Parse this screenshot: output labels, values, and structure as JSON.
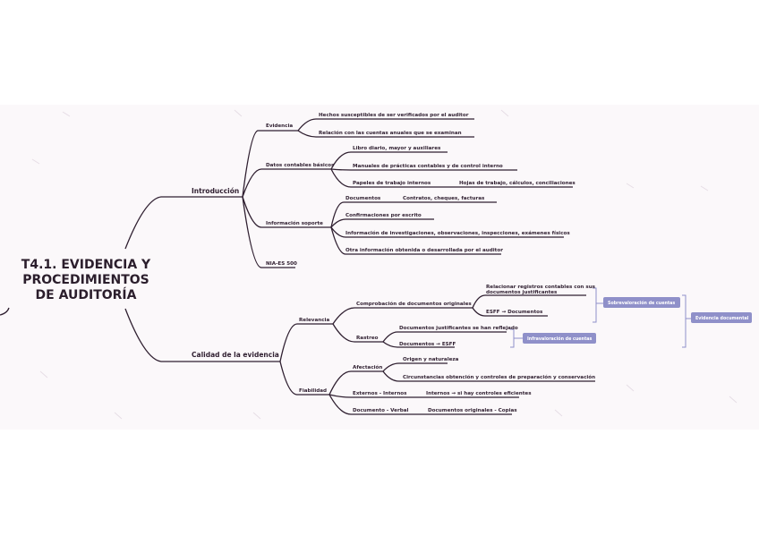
{
  "colors": {
    "ink": "#2f1f30",
    "tag_fill": "#8f90c9",
    "canvas": "#fbf8fa"
  },
  "diagram": {
    "root": {
      "line1": "T4.1. EVIDENCIA Y",
      "line2": "PROCEDIMIENTOS",
      "line3": "DE AUDITORÍA"
    },
    "introduccion": {
      "label": "Introducción",
      "evidencia": {
        "label": "Evidencia",
        "items": [
          "Hechos susceptibles de ser verificados por el auditor",
          "Relación con las cuentas anuales que se examinan"
        ]
      },
      "datos": {
        "label": "Datos contables básicos",
        "items": [
          "Libro diario, mayor y auxiliares",
          "Manuales de prácticas contables y de control interno",
          "Papeles de trabajo internos"
        ],
        "extra": "Hojas de trabajo, cálculos, conciliaciones"
      },
      "info": {
        "label": "Información soporte",
        "documentos": "Documentos",
        "documentos_detail": "Contratos, cheques, facturas",
        "items": [
          "Confirmaciones por escrito",
          "Información de investigaciones, observaciones, inspecciones, exámenes físicos",
          "Otra información obtenida o desarrollada por el auditor"
        ]
      },
      "nia": "NIA-ES 500"
    },
    "calidad": {
      "label": "Calidad de la evidencia",
      "relevancia": {
        "label": "Relevancia",
        "comprobacion": "Comprobación de documentos originales",
        "comprobacion_items": [
          "Relacionar registros contables con sus documentos justificantes",
          "ESFF → Documentos"
        ],
        "rastreo": "Rastreo",
        "rastreo_items": [
          "Documentos justificantes se han reflejado",
          "Documentos → ESFF"
        ],
        "tag1": "Sobrevaloración de cuentas",
        "tag2": "Infravaloración de cuentas",
        "tag3": "Evidencia documental"
      },
      "fiabilidad": {
        "label": "Fiabilidad",
        "afectacion": "Afectación",
        "afectacion_items": [
          "Origen y naturaleza",
          "Circunstancias obtención y controles de preparación y conservación"
        ],
        "externos": "Externos - Internos",
        "externos_detail": "Internos → si hay controles eficientes",
        "documento": "Documento - Verbal",
        "documento_detail": "Documentos originales - Copias"
      }
    }
  }
}
